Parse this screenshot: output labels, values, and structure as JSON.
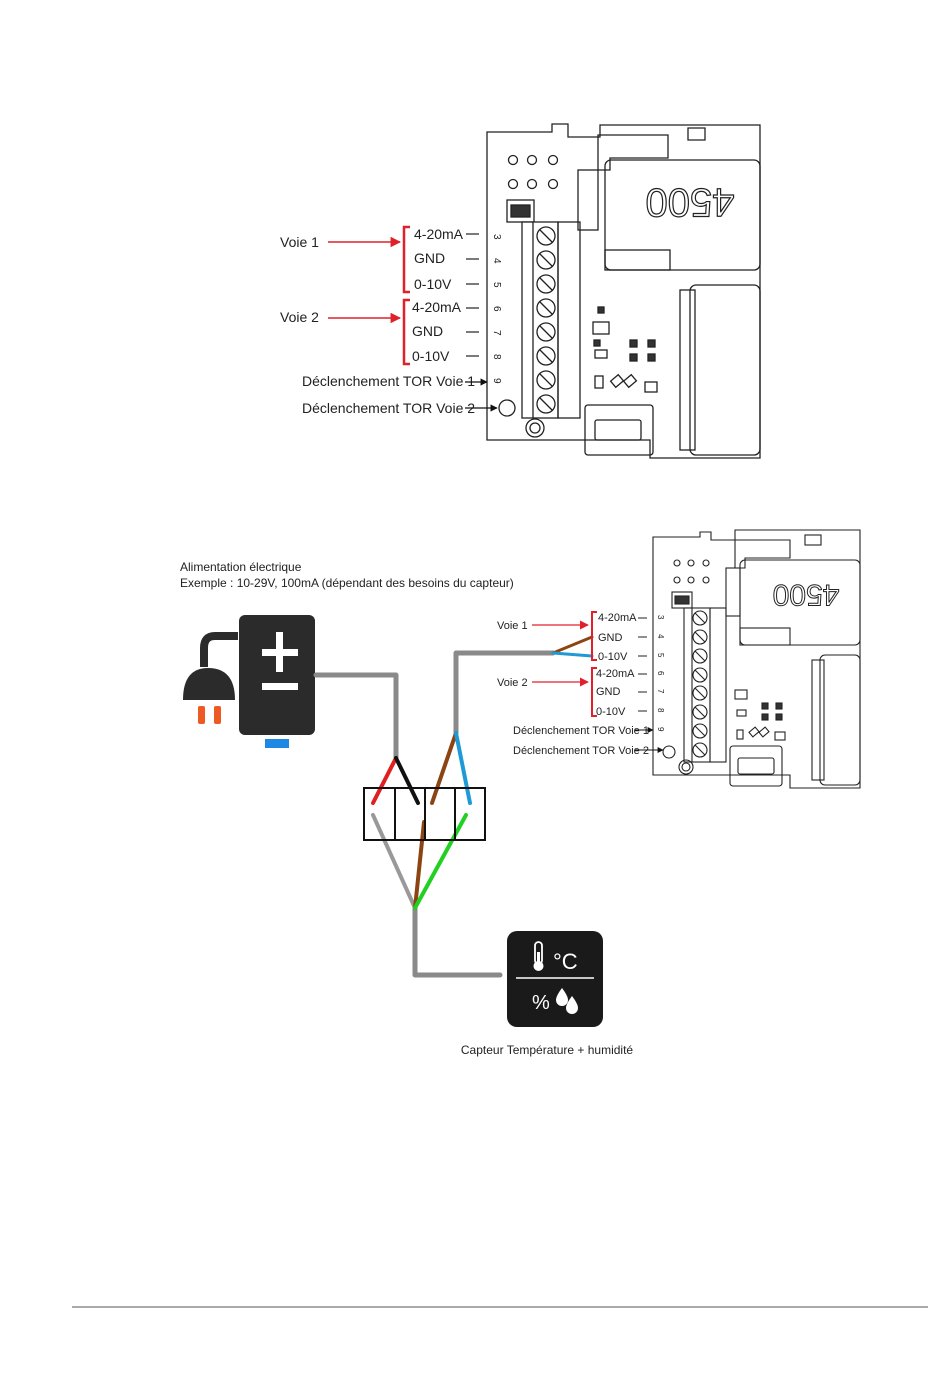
{
  "diagram1": {
    "voie1_label": "Voie 1",
    "voie2_label": "Voie 2",
    "pins": [
      {
        "label": "4-20mA",
        "num": "3"
      },
      {
        "label": "GND",
        "num": "4"
      },
      {
        "label": "0-10V",
        "num": "5"
      },
      {
        "label": "4-20mA",
        "num": "6"
      },
      {
        "label": "GND",
        "num": "7"
      },
      {
        "label": "0-10V",
        "num": "8"
      }
    ],
    "tor1_label": "Déclenchement TOR Voie 1",
    "tor1_num": "9",
    "tor2_label": "Déclenchement TOR Voie 2",
    "device_model": "4500"
  },
  "diagram2": {
    "power_title": "Alimentation électrique",
    "power_example": "Exemple : 10-29V, 100mA (dépendant des besoins du capteur)",
    "voie1_label": "Voie 1",
    "voie2_label": "Voie 2",
    "pins": [
      {
        "label": "4-20mA",
        "num": "3"
      },
      {
        "label": "GND",
        "num": "4"
      },
      {
        "label": "0-10V",
        "num": "5"
      },
      {
        "label": "4-20mA",
        "num": "6"
      },
      {
        "label": "GND",
        "num": "7"
      },
      {
        "label": "0-10V",
        "num": "8"
      }
    ],
    "tor1_label": "Déclenchement TOR Voie 1",
    "tor1_num": "9",
    "tor2_label": "Déclenchement TOR Voie 2",
    "device_model": "4500",
    "sensor_caption": "Capteur Température + humidité",
    "sensor_temp_unit": "°C",
    "sensor_hum_symbol": "%"
  },
  "colors": {
    "arrow_red": "#e0202a",
    "wire_gray": "#8a8a8a",
    "wire_red": "#e02020",
    "wire_black": "#111111",
    "wire_brown": "#8b4513",
    "wire_blue": "#1e9ad6",
    "wire_green": "#22d022",
    "plug_orange": "#ee5a24",
    "psu_blue": "#1e88e5"
  },
  "icons": [
    "plug-icon",
    "power-supply-icon",
    "thermometer-icon",
    "droplets-icon"
  ]
}
